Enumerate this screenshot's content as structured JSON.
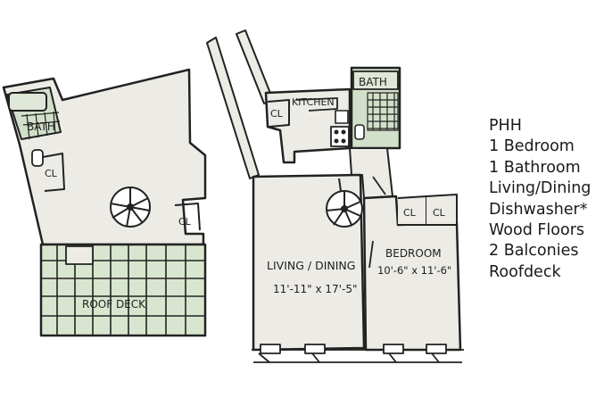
{
  "plan": {
    "code": "PHH",
    "features": [
      "1 Bedroom",
      "1 Bathroom",
      "Living/Dining",
      "Dishwasher*",
      "Wood Floors",
      "2 Balconies",
      "Roofdeck"
    ]
  },
  "rooms": {
    "upper_bath": "BATH",
    "upper_closet_1": "CL",
    "upper_closet_2": "CL",
    "roof_deck": "ROOF DECK",
    "kitchen": "KITCHEN",
    "kitchen_closet": "CL",
    "main_bath": "BATH",
    "living_dining": "LIVING / DINING",
    "living_dims": "11'-11\" x 17'-5\"",
    "bedroom_closet_1": "CL",
    "bedroom_closet_2": "CL",
    "bedroom": "BEDROOM",
    "bedroom_dims": "10'-6\" x 11'-6\""
  },
  "colors": {
    "floor": "#ecebe6",
    "deck": "#d9e6cf",
    "bath": "#d3e0c9",
    "line": "#222222"
  }
}
